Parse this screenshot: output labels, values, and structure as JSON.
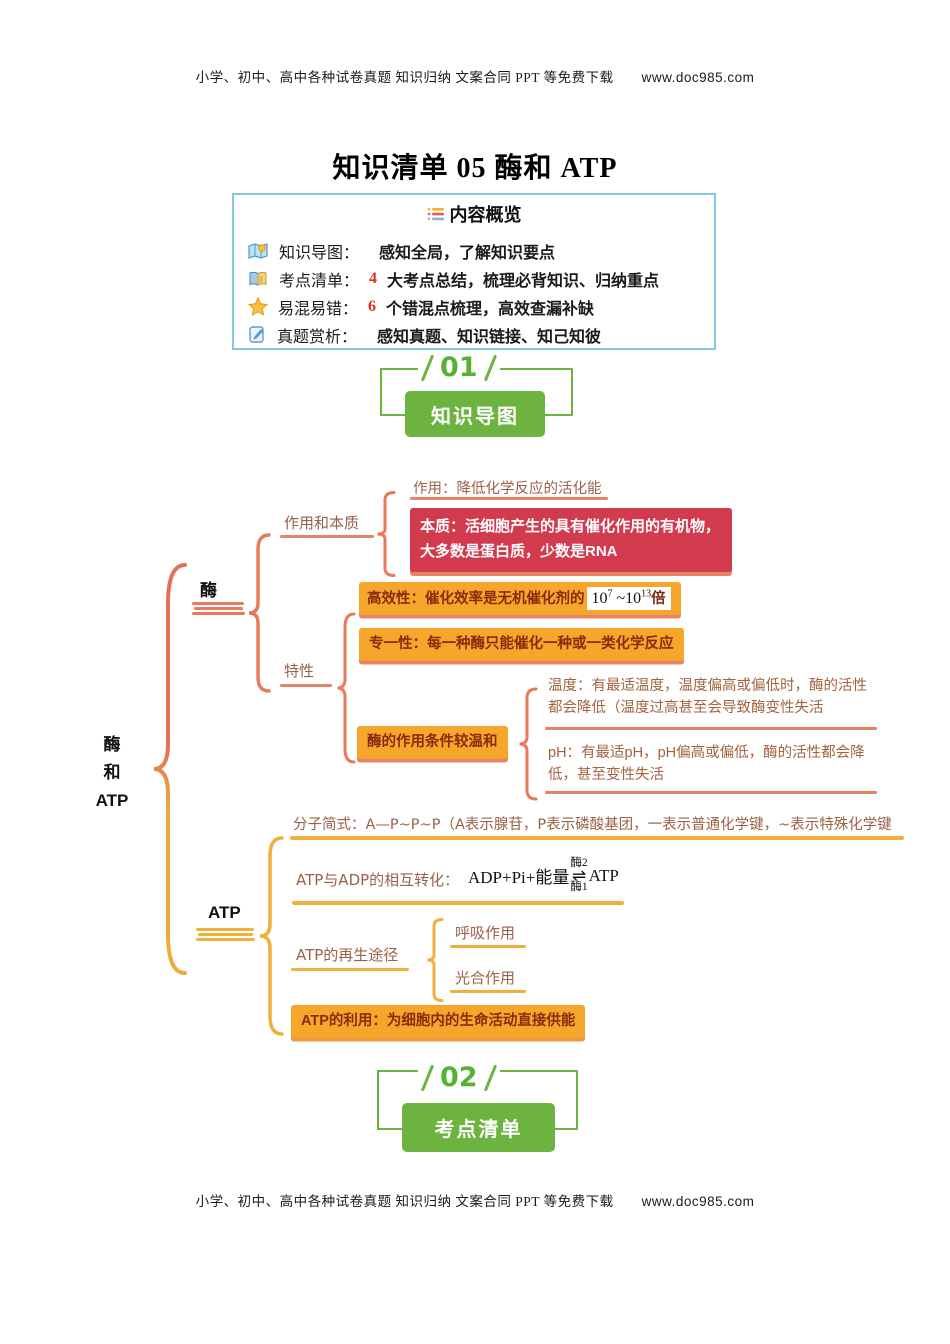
{
  "page": {
    "header": {
      "text": "小学、初中、高中各种试卷真题 知识归纳 文案合同 PPT 等免费下载",
      "url": "www.doc985.com"
    },
    "footer": {
      "text": "小学、初中、高中各种试卷真题 知识归纳 文案合同 PPT 等免费下载",
      "url": "www.doc985.com"
    },
    "title": "知识清单 05 酶和 ATP"
  },
  "overview": {
    "title": "内容概览",
    "items": [
      {
        "icon": "map-icon",
        "label": "知识导图：",
        "highlight": "",
        "text": "感知全局，了解知识要点"
      },
      {
        "icon": "book-icon",
        "label": "考点清单：",
        "highlight": "4",
        "text": " 大考点总结，梳理必背知识、归纳重点"
      },
      {
        "icon": "star-icon",
        "label": "易混易错：",
        "highlight": "6",
        "text": " 个错混点梳理，高效查漏补缺"
      },
      {
        "icon": "tablet-pen-icon",
        "label": "真题赏析：",
        "highlight": "",
        "text": "感知真题、知识链接、知己知彼"
      }
    ]
  },
  "sections": {
    "s1": {
      "number": "01",
      "button": "知识导图"
    },
    "s2": {
      "number": "02",
      "button": "考点清单"
    }
  },
  "mindmap": {
    "root": {
      "l1": "酶",
      "l2": "和",
      "l3": "ATP"
    },
    "enzyme": {
      "label": "酶",
      "role_nature_label": "作用和本质",
      "role": "作用：降低化学反应的活化能",
      "nature": "本质：活细胞产生的具有催化作用的有机物，大多数是蛋白质，少数是RNA",
      "traits_label": "特性",
      "efficiency": {
        "prefix": "高效性：催化效率是无机催化剂的",
        "b1": "10",
        "e1": "7",
        "mid": "~",
        "b2": "10",
        "e2": "13",
        "unit": "倍"
      },
      "specificity": "专一性：每一种酶只能催化一种或一类化学反应",
      "mild_label": "酶的作用条件较温和",
      "temperature": "温度：有最适温度，温度偏高或偏低时，酶的活性都会降低（温度过高甚至会导致酶变性失活",
      "ph": "pH：有最适pH，pH偏高或偏低，酶的活性都会降低，甚至变性失活"
    },
    "atp": {
      "label": "ATP",
      "formula_line": "分子简式：A—P~P~P（A表示腺苷，P表示磷酸基团，一表示普通化学键，~表示特殊化学键",
      "conversion_label": "ATP与ADP的相互转化：",
      "conversion": {
        "left": "ADP+Pi+能量",
        "top": "酶2",
        "bottom": "酶1",
        "right": "ATP"
      },
      "regen_label": "ATP的再生途径",
      "path1": "呼吸作用",
      "path2": "光合作用",
      "usage": "ATP的利用：为细胞内的生命活动直接供能"
    }
  },
  "colors": {
    "green": "#6cb33f",
    "box_border_blue": "#85c9e0",
    "red_box": "#d23a4e",
    "orange_box": "#f6a62b",
    "coral_line": "#e8836a",
    "yellow_line": "#f0b03c",
    "highlight_red": "#e02b20",
    "box_text": "#8c2a10",
    "hand_text": "#9a6248"
  }
}
